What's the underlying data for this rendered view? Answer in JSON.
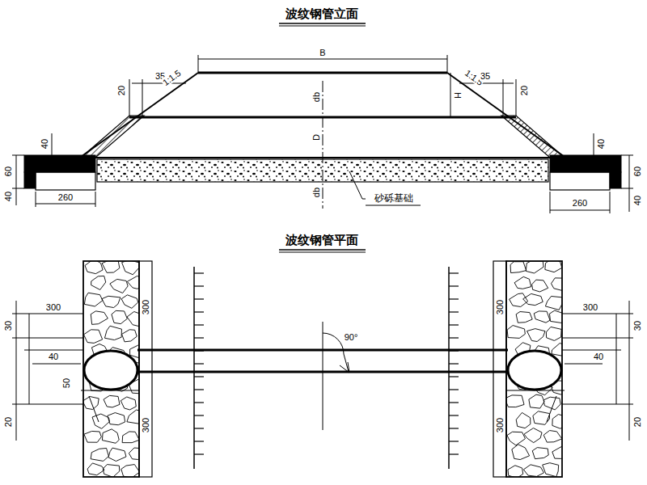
{
  "diagram": {
    "labels": [
      "波纹钢管立面",
      "B",
      "20",
      "35",
      "1:1.5",
      "1:1.5",
      "35",
      "20",
      "db",
      "H",
      "D",
      "db",
      "40",
      "60",
      "40",
      "260",
      "40",
      "60",
      "40",
      "260",
      "砂砾基础",
      "波纹钢管平面",
      "30",
      "300",
      "300",
      "40",
      "50",
      "20",
      "300",
      "90°",
      "300",
      "300",
      "30",
      "40",
      "20",
      "300"
    ]
  }
}
